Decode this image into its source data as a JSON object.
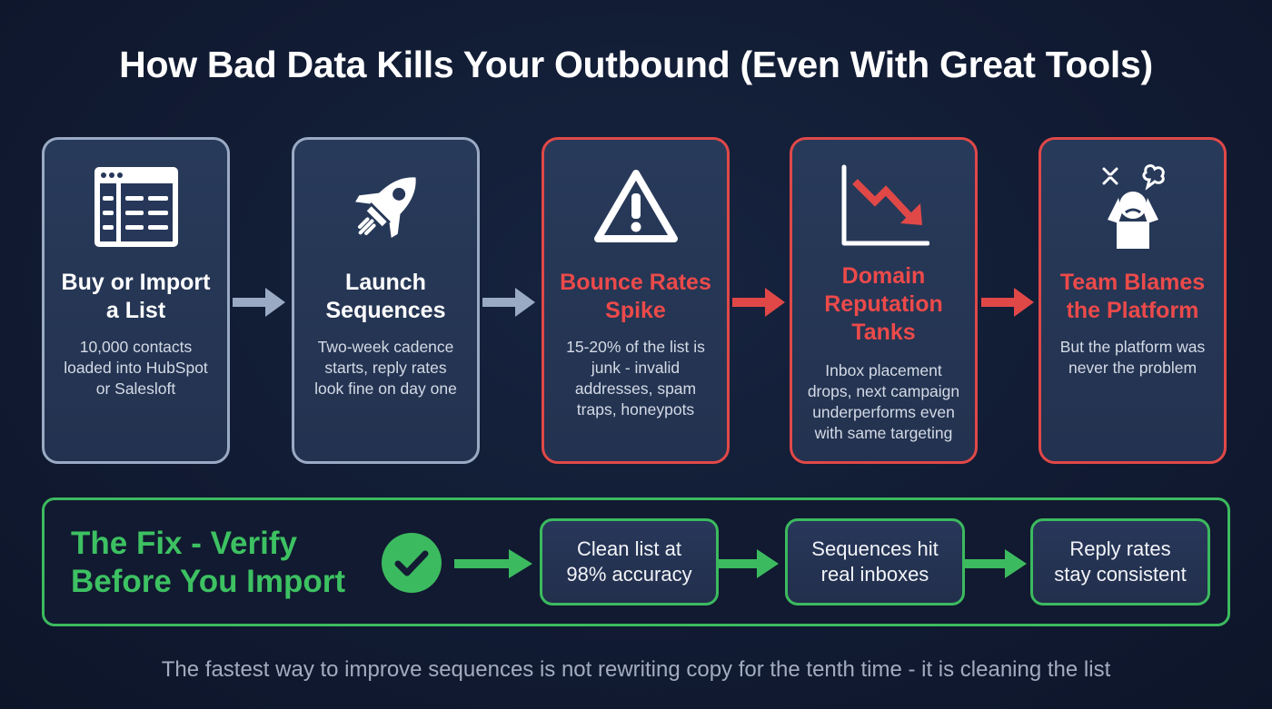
{
  "title": "How Bad Data Kills Your Outbound (Even With Great Tools)",
  "colors": {
    "background": "#111b33",
    "neutral_border": "#9aaac4",
    "alert_red": "#e04848",
    "fix_green": "#3cba5f",
    "card_fill": "#263756",
    "footer_text": "#a3acbf"
  },
  "steps": [
    {
      "icon": "spreadsheet-list-icon",
      "heading_line1": "Buy or Import",
      "heading_line2": "a List",
      "desc_lines": [
        "10,000 contacts",
        "loaded into HubSpot",
        "or Salesloft"
      ],
      "style": "neutral"
    },
    {
      "icon": "rocket-icon",
      "heading_line1": "Launch",
      "heading_line2": "Sequences",
      "desc_lines": [
        "Two-week cadence",
        "starts, reply rates",
        "look fine on day one"
      ],
      "style": "neutral"
    },
    {
      "icon": "warning-triangle-icon",
      "heading_line1": "Bounce Rates",
      "heading_line2": "Spike",
      "desc_lines": [
        "15-20% of the list is",
        "junk - invalid",
        "addresses, spam",
        "traps, honeypots"
      ],
      "style": "alert"
    },
    {
      "icon": "declining-chart-icon",
      "heading_line1": "Domain",
      "heading_line2": "Reputation",
      "heading_line3": "Tanks",
      "desc_lines": [
        "Inbox placement",
        "drops, next campaign",
        "underperforms even",
        "with same targeting"
      ],
      "style": "alert"
    },
    {
      "icon": "frustrated-person-icon",
      "heading_line1": "Team Blames",
      "heading_line2": "the Platform",
      "desc_lines": [
        "But the platform was",
        "never the problem"
      ],
      "style": "alert"
    }
  ],
  "fix": {
    "title_line1": "The Fix - Verify",
    "title_line2": "Before You Import",
    "icon": "check-circle-icon",
    "steps": [
      {
        "line1": "Clean list at",
        "line2": "98% accuracy"
      },
      {
        "line1": "Sequences hit",
        "line2": "real inboxes"
      },
      {
        "line1": "Reply rates",
        "line2": "stay consistent"
      }
    ]
  },
  "footer": "The fastest way to improve sequences is not rewriting copy for the tenth time - it is cleaning the list"
}
